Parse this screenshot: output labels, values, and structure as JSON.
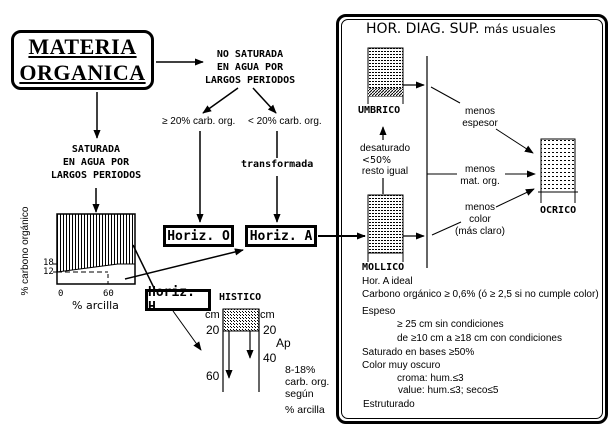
{
  "materia": {
    "line1": "MATERIA",
    "line2": "ORGANICA"
  },
  "no_saturada": [
    "NO SATURADA",
    "EN AGUA POR",
    "LARGOS PERIODOS"
  ],
  "saturada": [
    "SATURADA",
    "EN AGUA POR",
    "LARGOS PERIODOS"
  ],
  "branch_ge": "≥ 20% carb. org.",
  "branch_lt": "< 20% carb. org.",
  "transformada": "transformada",
  "horizons": {
    "o": "Horiz. O",
    "a": "Horiz. A",
    "h": "Horiz. H"
  },
  "mini_chart": {
    "ylabel": "% carbono orgánico",
    "xlabel": "% arcilla",
    "yticks": [
      "18",
      "12"
    ],
    "xticks": [
      "0",
      "60"
    ]
  },
  "histico": {
    "title": "HISTICO",
    "cm_left": "cm",
    "cm_right": "cm",
    "depth_left_20": "20",
    "depth_left_60": "60",
    "depth_right_20": "20",
    "ap": "Ap",
    "depth_right_40": "40",
    "note": [
      "8-18%",
      "carb. org.",
      "según",
      "% arcilla"
    ]
  },
  "panel": {
    "title_main": "HOR. DIAG. SUP.",
    "title_sub": "más usuales",
    "umbrico": "UMBRICO",
    "mollico": "MOLLICO",
    "ocrico": "OCRICO",
    "desaturado": [
      "desaturado",
      "<50%",
      "resto igual"
    ],
    "menos_espesor": [
      "menos",
      "espesor"
    ],
    "menos_mat": [
      "menos",
      "mat. org."
    ],
    "menos_color": [
      "menos",
      "color",
      "(más claro)"
    ],
    "mollico_details": {
      "line1": "Hor. A ideal",
      "line2": "Carbono orgánico ≥ 0,6%  (ó ≥ 2,5 si no cumple color)",
      "line3": "Espeso",
      "line4": "≥ 25 cm sin condiciones",
      "line5": "de ≥10 cm a ≥18 cm con condiciones",
      "line6": "Saturado en bases ≥50%",
      "line7": "Color muy oscuro",
      "line8": "croma: hum.≤3",
      "line9": "value: hum.≤3; seco≤5",
      "line10": "Estruturado"
    }
  }
}
